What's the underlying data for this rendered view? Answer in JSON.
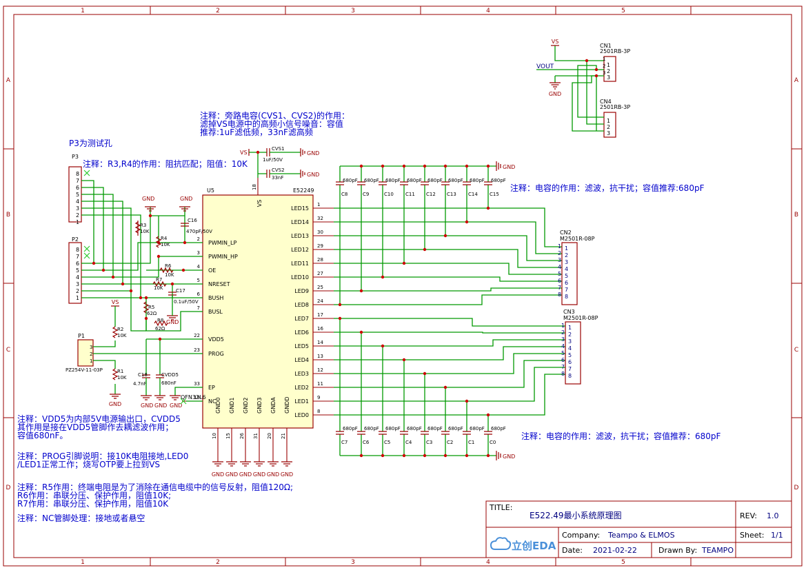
{
  "frame": {
    "col_labels": [
      "1",
      "2",
      "3",
      "4",
      "5"
    ],
    "row_labels": [
      "A",
      "B",
      "C",
      "D"
    ]
  },
  "notes": {
    "bypass": [
      "注释：旁路电容(CVS1、CVS2)的作用：",
      "滤掉VS电源中的高频小信号噪音：容值",
      "推荐:1uF滤低频，33nF滤高频"
    ],
    "test_hole": "P3为测试孔",
    "r3r4": "注释：R3,R4的作用：阻抗匹配；阻值：10K",
    "cap_top": "注释：电容的作用：滤波，抗干扰；容值推荐:680pF",
    "cap_bottom": "注释：电容的作用：滤波，抗干扰；容值推荐：680pF",
    "vdd5": [
      "注释：VDD5为内部5V电源输出口，CVDD5",
      "其作用是接在VDD5管脚作去耦滤波作用；",
      "容值680nF。"
    ],
    "prog": [
      "注释：PROG引脚说明：接10K电阻接地,LED0",
      "/LED1正常工作；烧写OTP要上拉到VS"
    ],
    "r5": [
      "注释：R5作用：终端电阻是为了消除在通信电缆中的信号反射，阻值120Ω;",
      "R6作用：串联分压、保护作用，阻值10K;",
      "R7作用：串联分压、保护作用，阻值10K"
    ],
    "nc": "注释：NC管脚处理：接地或者悬空"
  },
  "ic": {
    "ref": "U5",
    "part": "E52249",
    "package": "QFN32L6",
    "vs_label": "VS",
    "vs_pin": "18",
    "left_pins": [
      {
        "num": "2",
        "name": "PWMIN_LP"
      },
      {
        "num": "3",
        "name": "PWMIN_HP"
      },
      {
        "num": "4",
        "name": "OE"
      },
      {
        "num": "5",
        "name": "NRESET"
      },
      {
        "num": "6",
        "name": "BUSH"
      },
      {
        "num": "7",
        "name": "BUSL"
      },
      {
        "num": "22",
        "name": "VDD5"
      },
      {
        "num": "23",
        "name": "PROG"
      },
      {
        "num": "33",
        "name": "EP"
      },
      {
        "num": "19",
        "name": "NC"
      }
    ],
    "right_pins": [
      {
        "num": "1",
        "name": "LED15"
      },
      {
        "num": "32",
        "name": "LED14"
      },
      {
        "num": "30",
        "name": "LED13"
      },
      {
        "num": "29",
        "name": "LED12"
      },
      {
        "num": "28",
        "name": "LED11"
      },
      {
        "num": "27",
        "name": "LED10"
      },
      {
        "num": "25",
        "name": "LED9"
      },
      {
        "num": "24",
        "name": "LED8"
      },
      {
        "num": "17",
        "name": "LED7"
      },
      {
        "num": "16",
        "name": "LED6"
      },
      {
        "num": "14",
        "name": "LED5"
      },
      {
        "num": "13",
        "name": "LED4"
      },
      {
        "num": "12",
        "name": "LED3"
      },
      {
        "num": "11",
        "name": "LED2"
      },
      {
        "num": "9",
        "name": "LED1"
      },
      {
        "num": "8",
        "name": "LED0"
      }
    ],
    "bottom_pins": [
      {
        "num": "10",
        "name": "GND0"
      },
      {
        "num": "15",
        "name": "GND1"
      },
      {
        "num": "26",
        "name": "GND2"
      },
      {
        "num": "31",
        "name": "GND3"
      },
      {
        "num": "20",
        "name": "GNDA"
      },
      {
        "num": "21",
        "name": "GNDD"
      }
    ]
  },
  "labels": {
    "vs": "VS",
    "vout": "VOUT",
    "gnd": "GND"
  },
  "parts": {
    "cvs1": {
      "ref": "CVS1",
      "value": "1uF/50V"
    },
    "cvs2": {
      "ref": "CVS2",
      "value": "33nF"
    },
    "c16": {
      "ref": "C16",
      "value": "470pF/50V"
    },
    "c17": {
      "ref": "C17",
      "value": "0.1uF/50V"
    },
    "c18": {
      "ref": "C18",
      "value": "4.7nF"
    },
    "cvdd5": {
      "ref": "CVDD5",
      "value": "680nF"
    },
    "r1": {
      "ref": "R1",
      "value": "10K"
    },
    "r2": {
      "ref": "R2",
      "value": "10K"
    },
    "r3": {
      "ref": "R3",
      "value": "10K"
    },
    "r4": {
      "ref": "R4",
      "value": "10K"
    },
    "r5": {
      "ref": "R5",
      "value": "62Ω"
    },
    "r6": {
      "ref": "R6",
      "value": "10K"
    },
    "r7": {
      "ref": "R7",
      "value": "10K"
    },
    "r8": {
      "ref": "R8",
      "value": "62Ω"
    },
    "p1": {
      "ref": "P1",
      "value": "PZ254V-11-03P",
      "pins": [
        "3",
        "2",
        "1"
      ]
    },
    "p2": {
      "ref": "P2",
      "pins": [
        "8",
        "7",
        "6",
        "5",
        "4",
        "3",
        "2",
        "1"
      ]
    },
    "p3": {
      "ref": "P3",
      "pins": [
        "8",
        "7",
        "6",
        "5",
        "4",
        "3",
        "2",
        "1"
      ]
    },
    "cn1": {
      "ref": "CN1",
      "value": "2501RB-3P",
      "pins": [
        "1",
        "2",
        "3"
      ]
    },
    "cn4": {
      "ref": "CN4",
      "value": "2501RB-3P",
      "pins": [
        "1",
        "2",
        "3"
      ]
    },
    "cn2": {
      "ref": "CN2",
      "value": "M2501R-08P",
      "pins": [
        "1",
        "2",
        "3",
        "4",
        "5",
        "6",
        "7",
        "8"
      ]
    },
    "cn3": {
      "ref": "CN3",
      "value": "M2501R-08P",
      "pins": [
        "1",
        "2",
        "3",
        "4",
        "5",
        "6",
        "7",
        "8"
      ]
    }
  },
  "cap_bank_top": {
    "value": "680pF",
    "refs": [
      "C8",
      "C9",
      "C10",
      "C11",
      "C12",
      "C13",
      "C14",
      "C15"
    ]
  },
  "cap_bank_bottom": {
    "value": "680pF",
    "refs": [
      "C7",
      "C6",
      "C5",
      "C4",
      "C3",
      "C2",
      "C1",
      "C0"
    ]
  },
  "title_block": {
    "title_label": "TITLE:",
    "title": "E522.49最小系统原理图",
    "rev_label": "REV:",
    "rev": "1.0",
    "logo": "立创EDA",
    "company_label": "Company:",
    "company": "Teampo & ELMOS",
    "sheet_label": "Sheet:",
    "sheet": "1/1",
    "date_label": "Date:",
    "date": "2021-02-22",
    "drawn_label": "Drawn By:",
    "drawn": "TEAMPO"
  }
}
